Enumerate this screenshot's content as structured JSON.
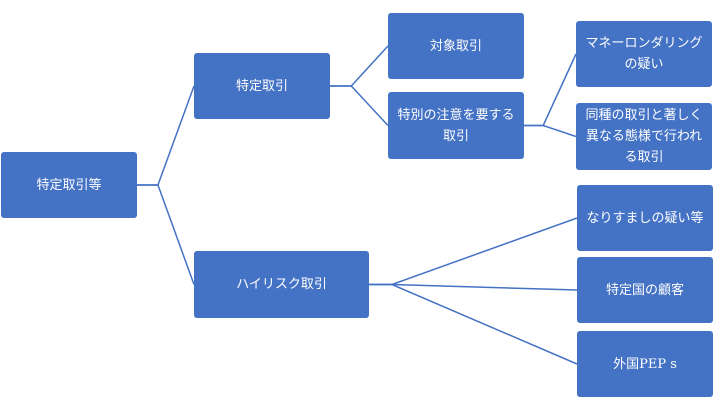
{
  "diagram": {
    "line_color": "#4472c4",
    "box_color": "#4472c4",
    "text_color": "#ffffff",
    "nodes": {
      "root": {
        "label": "特定取引等"
      },
      "tokutei": {
        "label": "特定取引"
      },
      "highrisk": {
        "label": "ハイリスク取引"
      },
      "taisho": {
        "label": "対象取引"
      },
      "tokubetsu": {
        "label": "特別の注意を要する\n取引"
      },
      "money": {
        "label": "マネーロンダリング\nの疑い"
      },
      "ijo": {
        "label": "同種の取引と著しく\n異なる態様で行われ\nる取引"
      },
      "narisumashi": {
        "label": "なりすましの疑い等"
      },
      "tokuteikoku": {
        "label": "特定国の顧客"
      },
      "peps": {
        "label": "外国PEP s"
      }
    },
    "edges": [
      [
        "root",
        "tokutei"
      ],
      [
        "root",
        "highrisk"
      ],
      [
        "tokutei",
        "taisho"
      ],
      [
        "tokutei",
        "tokubetsu"
      ],
      [
        "tokubetsu",
        "money"
      ],
      [
        "tokubetsu",
        "ijo"
      ],
      [
        "highrisk",
        "narisumashi"
      ],
      [
        "highrisk",
        "tokuteikoku"
      ],
      [
        "highrisk",
        "peps"
      ]
    ]
  }
}
